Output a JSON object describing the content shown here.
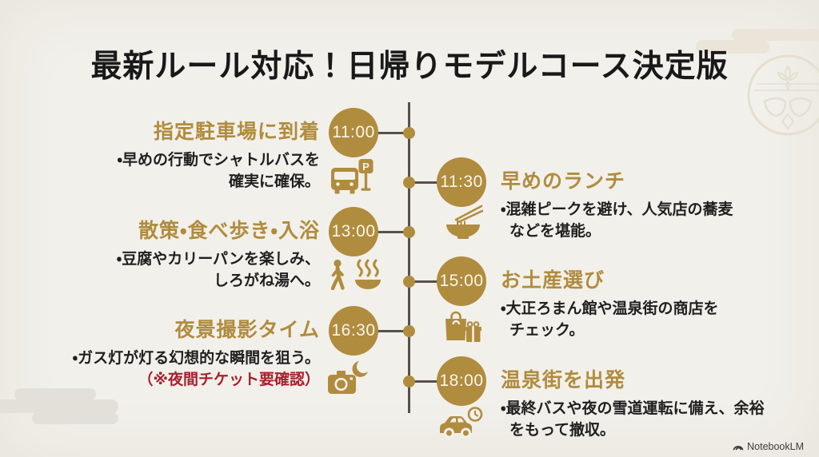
{
  "title": "最新ルール対応！日帰りモデルコース決定版",
  "timeline": {
    "events": [
      {
        "time": "11:00",
        "side": "left",
        "heading": "指定駐車場に到着",
        "lines": [
          "・早めの行動でシャトルバスを",
          "確実に確保。"
        ],
        "icon": "bus-parking"
      },
      {
        "time": "11:30",
        "side": "right",
        "heading": "早めのランチ",
        "lines": [
          "・混雑ピークを避け、人気店の蕎麦",
          "などを堪能。"
        ],
        "icon": "noodles"
      },
      {
        "time": "13:00",
        "side": "left",
        "heading": "散策・食べ歩き・入浴",
        "lines": [
          "・豆腐やカリーパンを楽しみ、",
          "しろがね湯へ。"
        ],
        "icon": "walking-hotspring"
      },
      {
        "time": "15:00",
        "side": "right",
        "heading": "お土産選び",
        "lines": [
          "・大正ろまん館や温泉街の商店を",
          "チェック。"
        ],
        "icon": "shopping-gift"
      },
      {
        "time": "16:30",
        "side": "left",
        "heading": "夜景撮影タイム",
        "lines": [
          "・ガス灯が灯る幻想的な瞬間を狙う。"
        ],
        "note": "（※夜間チケット要確認）",
        "icon": "camera-moon"
      },
      {
        "time": "18:00",
        "side": "right",
        "heading": "温泉街を出発",
        "lines": [
          "・最終バスや夜の雪道運転に備え、余裕",
          "をもって撤収。"
        ],
        "icon": "car-clock"
      }
    ]
  },
  "footer": {
    "brand": "NotebookLM"
  },
  "colors": {
    "gold": "#B08C3E",
    "text": "#1F1F1F",
    "accent_red": "#A81F2D",
    "line": "#55524C",
    "background": "#F2F0EA",
    "watermark": "#E6DFCF"
  }
}
